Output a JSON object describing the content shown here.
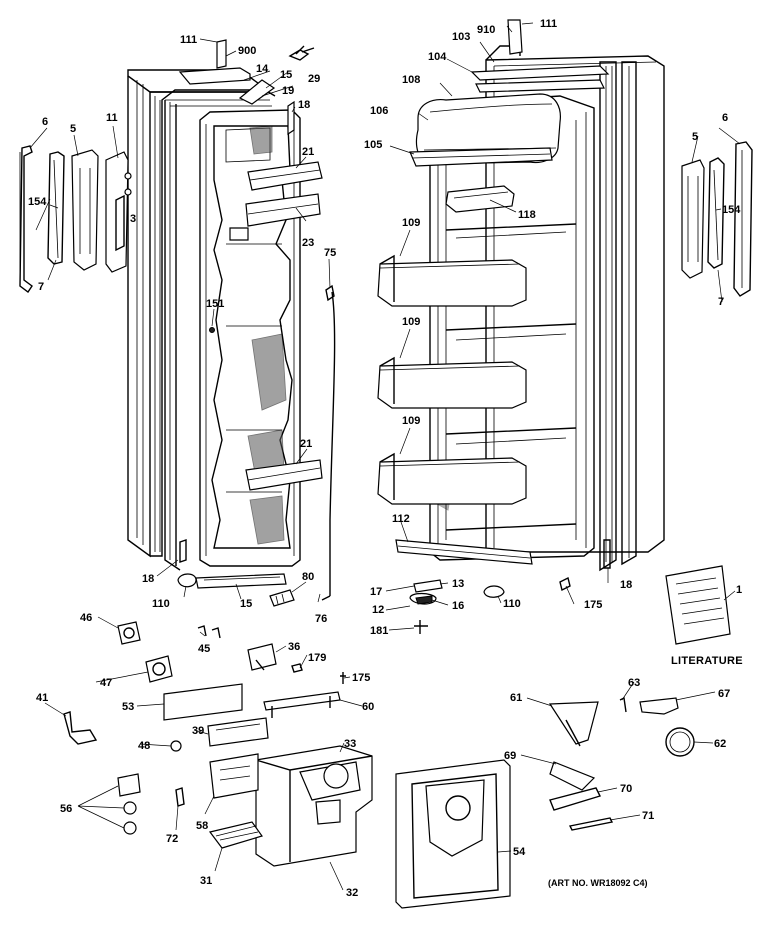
{
  "labels": {
    "p111a": "111",
    "p900": "900",
    "p29": "29",
    "p14": "14",
    "p15a": "15",
    "p19": "19",
    "p18a": "18",
    "p6a": "6",
    "p5a": "5",
    "p11": "11",
    "p154a": "154",
    "p3": "3",
    "p7a": "7",
    "p21a": "21",
    "p23": "23",
    "p75": "75",
    "p151": "151",
    "p21b": "21",
    "p18b": "18",
    "p110a": "110",
    "p15b": "15",
    "p80": "80",
    "p76": "76",
    "p910": "910",
    "p111b": "111",
    "p103": "103",
    "p104": "104",
    "p108": "108",
    "p106": "106",
    "p105": "105",
    "p118": "118",
    "p109a": "109",
    "p109b": "109",
    "p109c": "109",
    "p112": "112",
    "p17": "17",
    "p13": "13",
    "p12": "12",
    "p16": "16",
    "p110b": "110",
    "p175a": "175",
    "p181": "181",
    "p18c": "18",
    "p6b": "6",
    "p5b": "5",
    "p154b": "154",
    "p7b": "7",
    "p1": "1",
    "p46": "46",
    "p45": "45",
    "p36": "36",
    "p179": "179",
    "p47": "47",
    "p175b": "175",
    "p41": "41",
    "p53": "53",
    "p60": "60",
    "p39": "39",
    "p48": "48",
    "p33": "33",
    "p56": "56",
    "p58": "58",
    "p72": "72",
    "p31": "31",
    "p32": "32",
    "p61": "61",
    "p63": "63",
    "p67": "67",
    "p62": "62",
    "p69": "69",
    "p70": "70",
    "p71": "71",
    "p54": "54"
  },
  "literature_label": "LITERATURE",
  "art_number": "(ART NO. WR18092 C4)"
}
